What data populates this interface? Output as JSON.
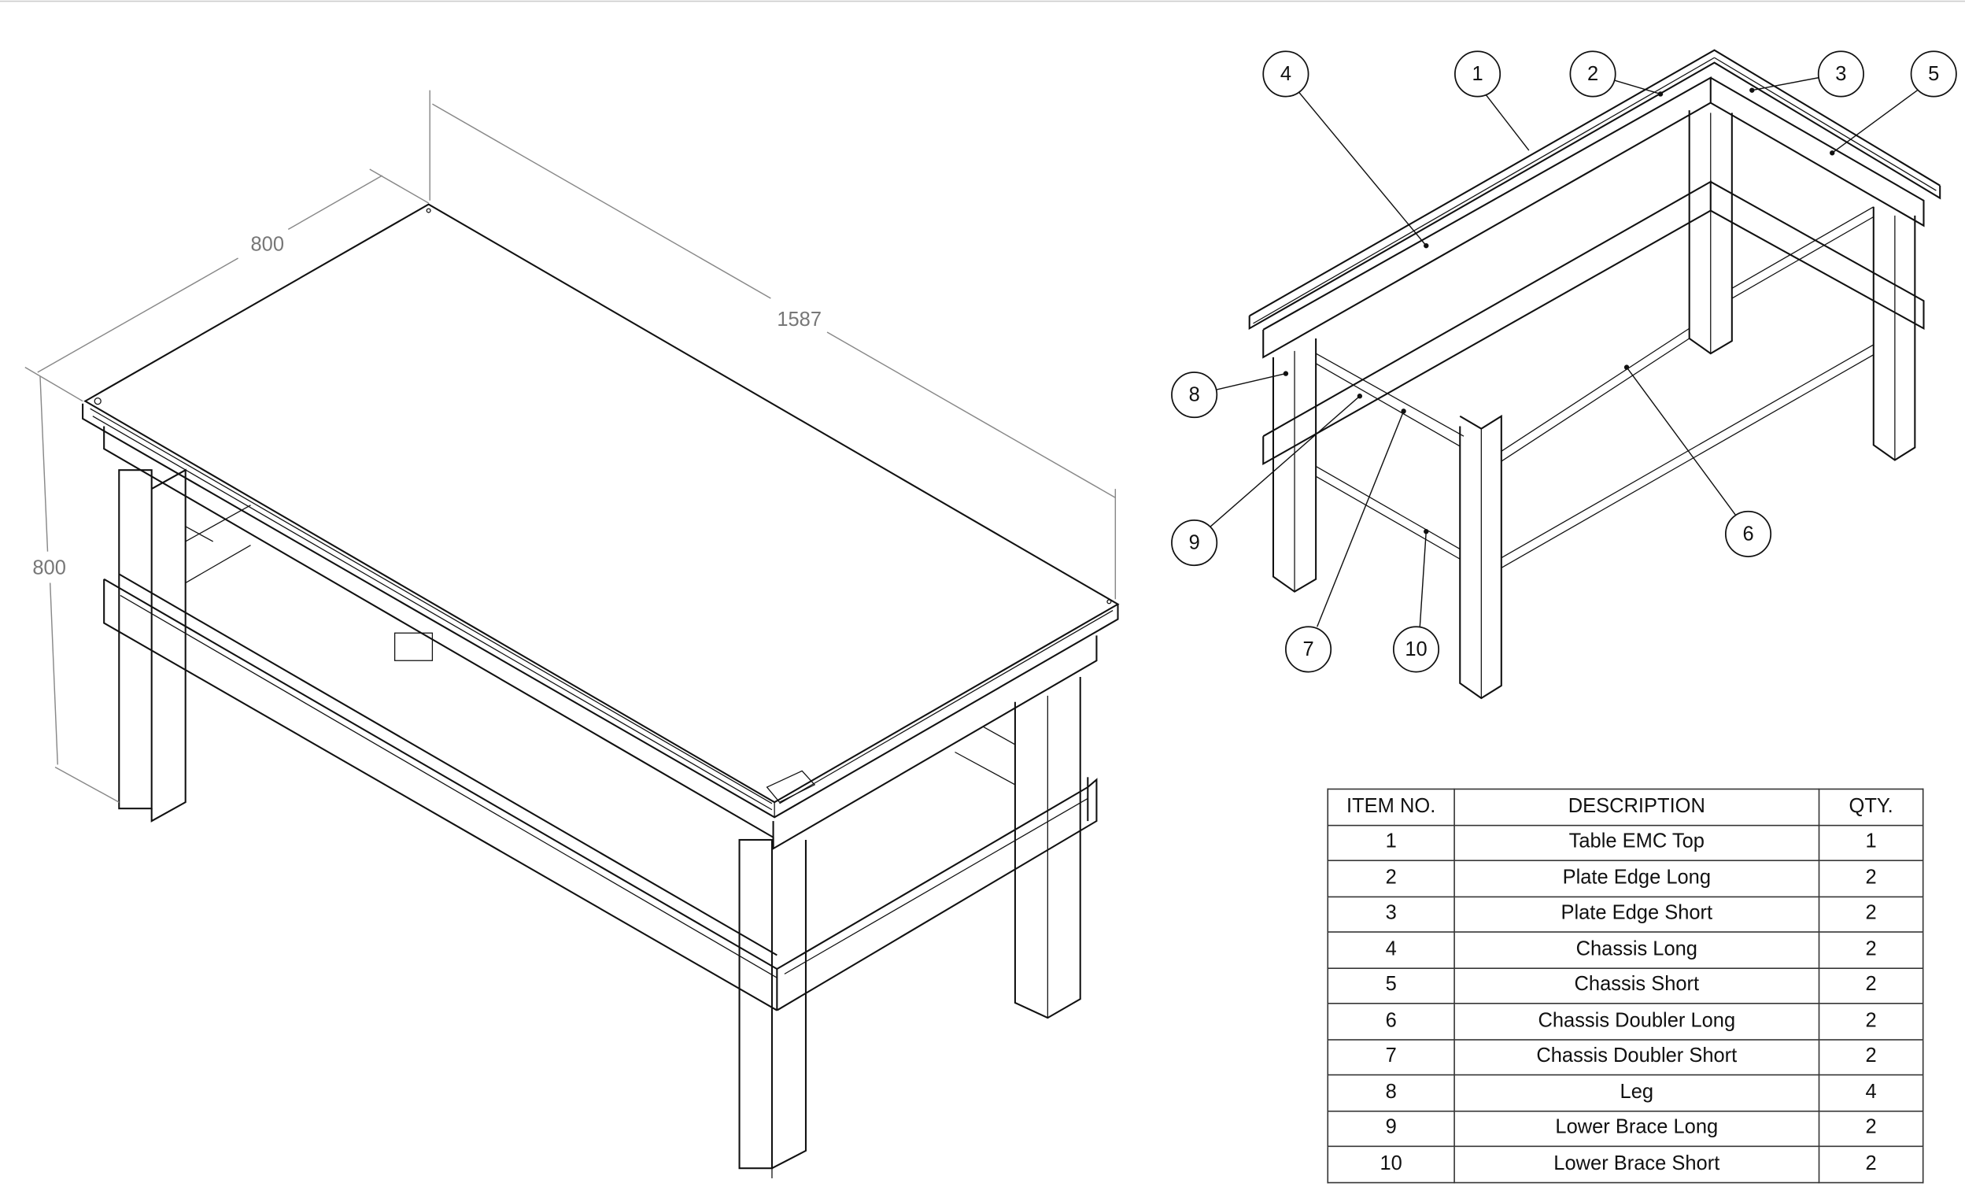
{
  "dimensions": {
    "width": "800",
    "length": "1587",
    "height": "800"
  },
  "balloons": [
    "1",
    "2",
    "3",
    "4",
    "5",
    "6",
    "7",
    "8",
    "9",
    "10"
  ],
  "bom": {
    "headers": [
      "ITEM NO.",
      "DESCRIPTION",
      "QTY."
    ],
    "rows": [
      [
        "1",
        "Table EMC Top",
        "1"
      ],
      [
        "2",
        "Plate Edge Long",
        "2"
      ],
      [
        "3",
        "Plate Edge Short",
        "2"
      ],
      [
        "4",
        "Chassis Long",
        "2"
      ],
      [
        "5",
        "Chassis Short",
        "2"
      ],
      [
        "6",
        "Chassis Doubler Long",
        "2"
      ],
      [
        "7",
        "Chassis Doubler Short",
        "2"
      ],
      [
        "8",
        "Leg",
        "4"
      ],
      [
        "9",
        "Lower Brace Long",
        "2"
      ],
      [
        "10",
        "Lower Brace Short",
        "2"
      ]
    ]
  }
}
